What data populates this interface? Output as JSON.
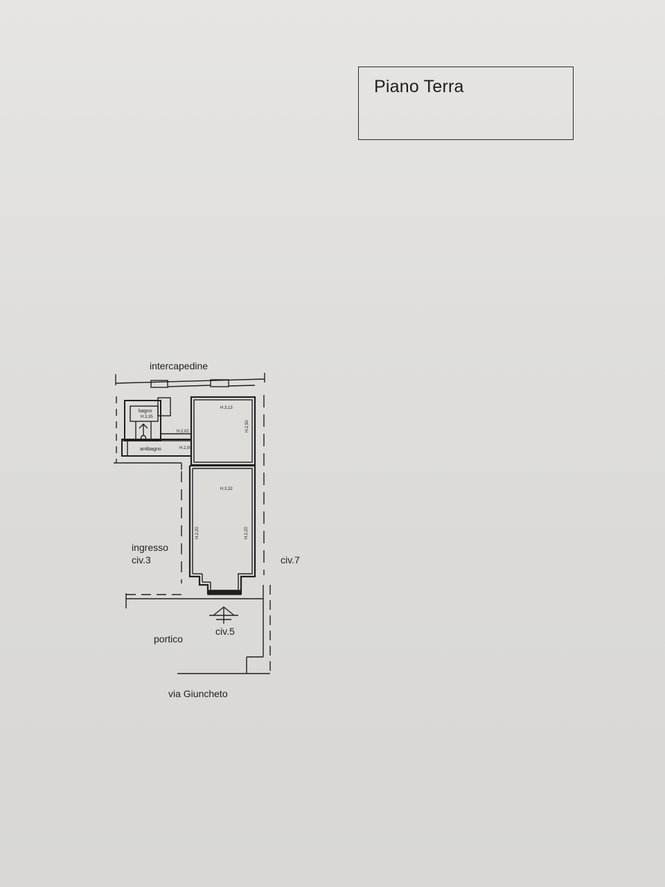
{
  "title_box": {
    "title": "Piano Terra"
  },
  "labels": {
    "intercapedine": "intercapedine",
    "bagno": "bagno",
    "bagno_height": "H.3,35",
    "antibagno": "antibagno",
    "antibagno_height": "H.2,00",
    "corridor_height": "H.2,02",
    "room_upper_height": "H.3,13",
    "room_upper_side_height": "H.2,50",
    "room_lower_height": "H.3,32",
    "room_lower_left_height": "H.2,20",
    "room_lower_right_height": "H.2,20",
    "ingresso": "ingresso",
    "civ3": "civ.3",
    "civ7": "civ.7",
    "civ5": "civ.5",
    "portico": "portico",
    "street": "via Giuncheto"
  }
}
